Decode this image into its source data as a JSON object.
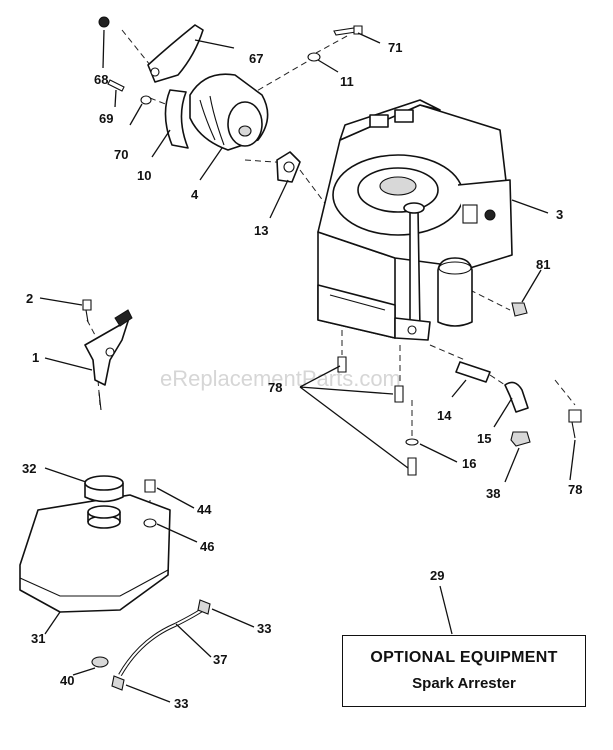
{
  "watermark": "eReplacementParts.com",
  "callouts": {
    "p1": "1",
    "p2": "2",
    "p3": "3",
    "p4": "4",
    "p10": "10",
    "p11": "11",
    "p13": "13",
    "p14": "14",
    "p15": "15",
    "p16": "16",
    "p29": "29",
    "p31": "31",
    "p32": "32",
    "p33a": "33",
    "p33b": "33",
    "p37": "37",
    "p38": "38",
    "p40": "40",
    "p44": "44",
    "p46": "46",
    "p67": "67",
    "p68": "68",
    "p69": "69",
    "p70": "70",
    "p71": "71",
    "p78a": "78",
    "p78b": "78",
    "p81": "81"
  },
  "optional_box": {
    "title": "OPTIONAL EQUIPMENT",
    "subtitle": "Spark Arrester"
  }
}
